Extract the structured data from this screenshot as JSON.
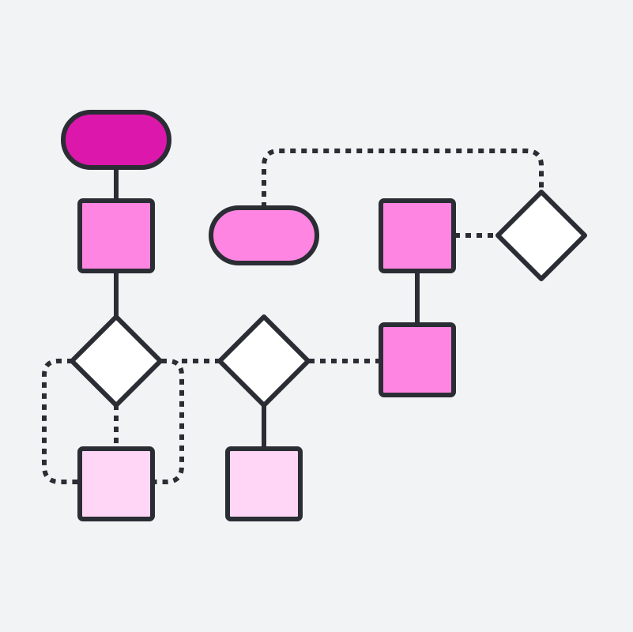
{
  "colors": {
    "background": "#f2f3f5",
    "stroke": "#2a2d33",
    "terminal_dark": "#dc17ab",
    "process_mid": "#ff85e2",
    "process_light": "#ffd6f5",
    "decision": "#ffffff"
  },
  "shapes": [
    {
      "id": "terminal-start",
      "kind": "terminal",
      "fill": "terminal_dark"
    },
    {
      "id": "process-a",
      "kind": "process",
      "fill": "process_mid"
    },
    {
      "id": "decision-a",
      "kind": "decision",
      "fill": "decision"
    },
    {
      "id": "process-b",
      "kind": "process",
      "fill": "process_light"
    },
    {
      "id": "decision-b",
      "kind": "decision",
      "fill": "decision"
    },
    {
      "id": "process-c",
      "kind": "process",
      "fill": "process_light"
    },
    {
      "id": "terminal-end",
      "kind": "terminal",
      "fill": "process_mid"
    },
    {
      "id": "process-d",
      "kind": "process",
      "fill": "process_mid"
    },
    {
      "id": "process-e",
      "kind": "process",
      "fill": "process_mid"
    },
    {
      "id": "decision-c",
      "kind": "decision",
      "fill": "decision"
    }
  ],
  "connectors": [
    {
      "from": "terminal-start",
      "to": "process-a",
      "style": "solid"
    },
    {
      "from": "process-a",
      "to": "decision-a",
      "style": "solid"
    },
    {
      "from": "decision-a",
      "to": "process-b",
      "style": "dotted"
    },
    {
      "from": "decision-a",
      "to": "process-b",
      "style": "dotted",
      "route": "left-loop"
    },
    {
      "from": "decision-a",
      "to": "process-b",
      "style": "dotted",
      "route": "right-loop"
    },
    {
      "from": "decision-a",
      "to": "decision-b",
      "style": "dotted"
    },
    {
      "from": "decision-b",
      "to": "process-c",
      "style": "solid"
    },
    {
      "from": "decision-b",
      "to": "process-e",
      "style": "dotted"
    },
    {
      "from": "process-d",
      "to": "process-e",
      "style": "solid"
    },
    {
      "from": "process-d",
      "to": "decision-c",
      "style": "dotted"
    },
    {
      "from": "terminal-end",
      "to": "decision-c",
      "style": "dotted",
      "route": "top-loop"
    }
  ]
}
